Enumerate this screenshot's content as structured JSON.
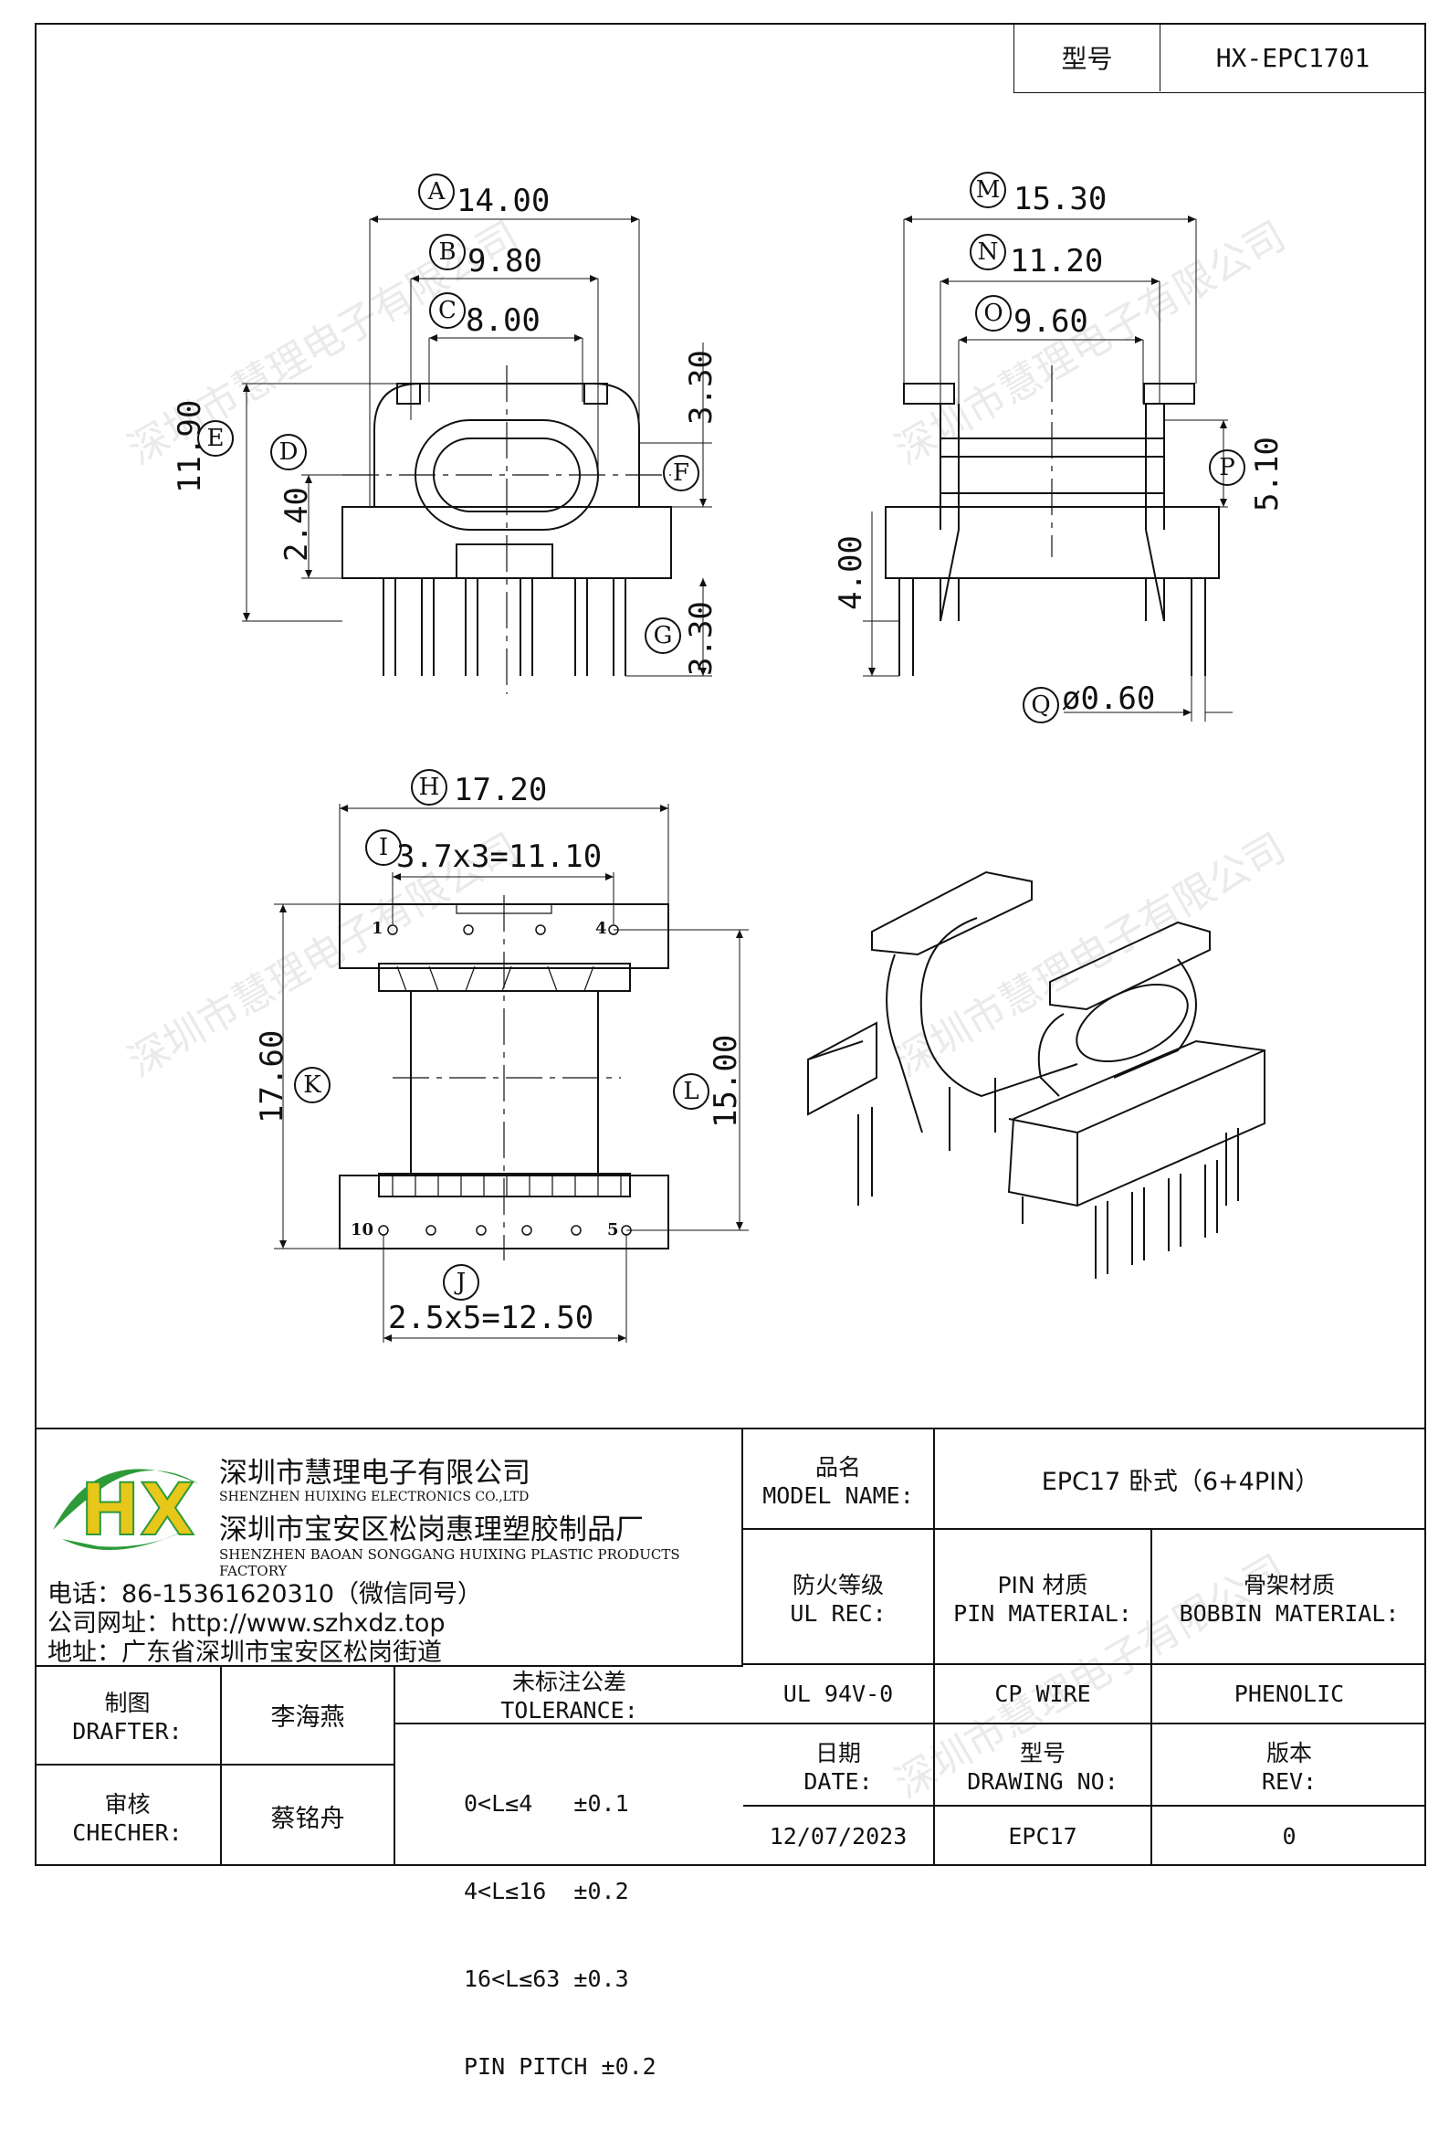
{
  "header": {
    "model_label": "型号",
    "model_value": "HX-EPC1701"
  },
  "watermark": "深圳市慧理电子有限公司",
  "drawing": {
    "front_view": {
      "A": "14.00",
      "B": "9.80",
      "C": "8.00",
      "D": "2.40",
      "E": "11.90",
      "F": "3.30",
      "G": "3.30"
    },
    "side_view": {
      "M": "15.30",
      "N": "11.20",
      "O": "9.60",
      "P": "5.10",
      "pin_height": "4.00",
      "Q": "ø0.60"
    },
    "bottom_view": {
      "H": "17.20",
      "I": "3.7x3=11.10",
      "J": "2.5x5=12.50",
      "K": "17.60",
      "L": "15.00",
      "pin_labels": [
        "1",
        "4",
        "10",
        "5"
      ]
    },
    "callouts": [
      "A",
      "B",
      "C",
      "D",
      "E",
      "F",
      "G",
      "H",
      "I",
      "J",
      "K",
      "L",
      "M",
      "N",
      "O",
      "P",
      "Q"
    ]
  },
  "company": {
    "logo_text": "HX",
    "name_cn": "深圳市慧理电子有限公司",
    "name_en": "SHENZHEN HUIXING ELECTRONICS CO.,LTD",
    "factory_cn": "深圳市宝安区松岗惠理塑胶制品厂",
    "factory_en": "SHENZHEN BAOAN SONGGANG HUIXING PLASTIC PRODUCTS FACTORY",
    "phone": "电话：86-15361620310（微信同号）",
    "website": "公司网址：http://www.szhxdz.top",
    "address": "地址：广东省深圳市宝安区松岗街道"
  },
  "title_block": {
    "model_name_cn": "品名",
    "model_name_en": "MODEL NAME:",
    "model_name_value": "EPC17 卧式（6+4PIN）",
    "ul_cn": "防火等级",
    "ul_en": "UL REC:",
    "pin_cn": "PIN 材质",
    "pin_en": "PIN MATERIAL:",
    "bobbin_cn": "骨架材质",
    "bobbin_en": "BOBBIN MATERIAL:",
    "ul_value": "UL 94V-0",
    "pin_value": "CP WIRE",
    "bobbin_value": "PHENOLIC",
    "date_cn": "日期",
    "date_en": "DATE:",
    "drawing_no_cn": "型号",
    "drawing_no_en": "DRAWING NO:",
    "rev_cn": "版本",
    "rev_en": "REV:",
    "date_value": "12/07/2023",
    "drawing_no_value": "EPC17",
    "rev_value": "0",
    "drafter_cn": "制图",
    "drafter_en": "DRAFTER:",
    "drafter_value": "李海燕",
    "checker_cn": "审核",
    "checker_en": "CHECHER:",
    "checker_value": "蔡铭舟",
    "tolerance_cn": "未标注公差",
    "tolerance_en": "TOLERANCE:",
    "tolerance_lines": [
      "0<L≤4   ±0.1",
      "4<L≤16  ±0.2",
      "16<L≤63 ±0.3",
      "PIN PITCH ±0.2"
    ]
  },
  "colors": {
    "logo_green": "#2e9a3a",
    "logo_yellow": "#e6c71a"
  }
}
